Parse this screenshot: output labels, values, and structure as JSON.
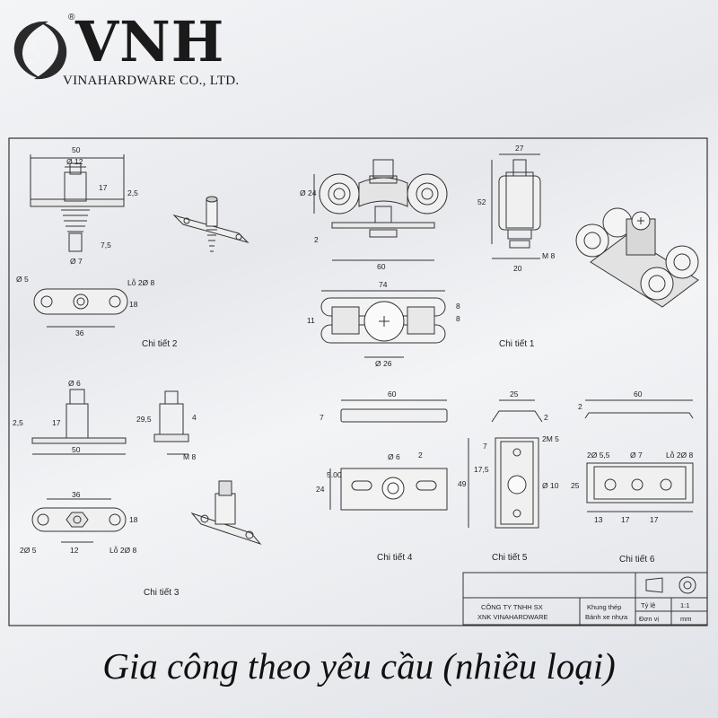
{
  "logo": {
    "brand": "VNH",
    "registered_mark": "®",
    "company": "VINAHARDWARE CO., LTD."
  },
  "details": {
    "d1": "Chi tiết 1",
    "d2": "Chi tiết 2",
    "d3": "Chi tiết 3",
    "d4": "Chi tiết 4",
    "d5": "Chi tiết 5",
    "d6": "Chi tiết 6"
  },
  "dims": {
    "p2_w50": "50",
    "p2_d12": "Ø 12",
    "p2_17": "17",
    "p2_25": "2,5",
    "p2_75": "7,5",
    "p2_d7": "Ø 7",
    "p2_d5": "Ø 5",
    "p2_lo": "Lỗ 2Ø 8",
    "p2_18": "18",
    "p2_36": "36",
    "p1_d24": "Ø 24",
    "p1_2": "2",
    "p1_60": "60",
    "p1_27": "27",
    "p1_52": "52",
    "p1_m8": "M 8",
    "p1_20": "20",
    "p1_74": "74",
    "p1_11": "11",
    "p1_8a": "8",
    "p1_8b": "8",
    "p1_d26": "Ø 26",
    "p3_d6": "Ø 6",
    "p3_17": "17",
    "p3_25": "2,5",
    "p3_50": "50",
    "p3_295": "29,5",
    "p3_4": "4",
    "p3_m8": "M 8",
    "p3_36": "36",
    "p3_18": "18",
    "p3_2d5": "2Ø 5",
    "p3_12": "12",
    "p3_lo": "Lỗ 2Ø 8",
    "p4_60": "60",
    "p4_7": "7",
    "p4_d6": "Ø 6",
    "p4_2": "2",
    "p4_24": "24",
    "p4_500": "5.00",
    "p5_25": "25",
    "p5_2": "2",
    "p5_7": "7",
    "p5_2m5": "2M 5",
    "p5_175": "17,5",
    "p5_49": "49",
    "p5_d10": "Ø 10",
    "p6_60": "60",
    "p6_2": "2",
    "p6_2d55": "2Ø 5,5",
    "p6_d7": "Ø 7",
    "p6_lo": "Lỗ 2Ø 8",
    "p6_25": "25",
    "p6_13": "13",
    "p6_17a": "17",
    "p6_17b": "17"
  },
  "title_block": {
    "company_line1": "CÔNG TY TNHH SX",
    "company_line2": "XNK VINAHARDWARE",
    "material_line1": "Khung thép",
    "material_line2": "Bánh xe nhựa",
    "scale_label": "Tỷ lệ",
    "scale_value": "1:1",
    "unit_label": "Đơn vị",
    "unit_value": "mm"
  },
  "caption": "Gia công theo yêu cầu (nhiều loại)"
}
